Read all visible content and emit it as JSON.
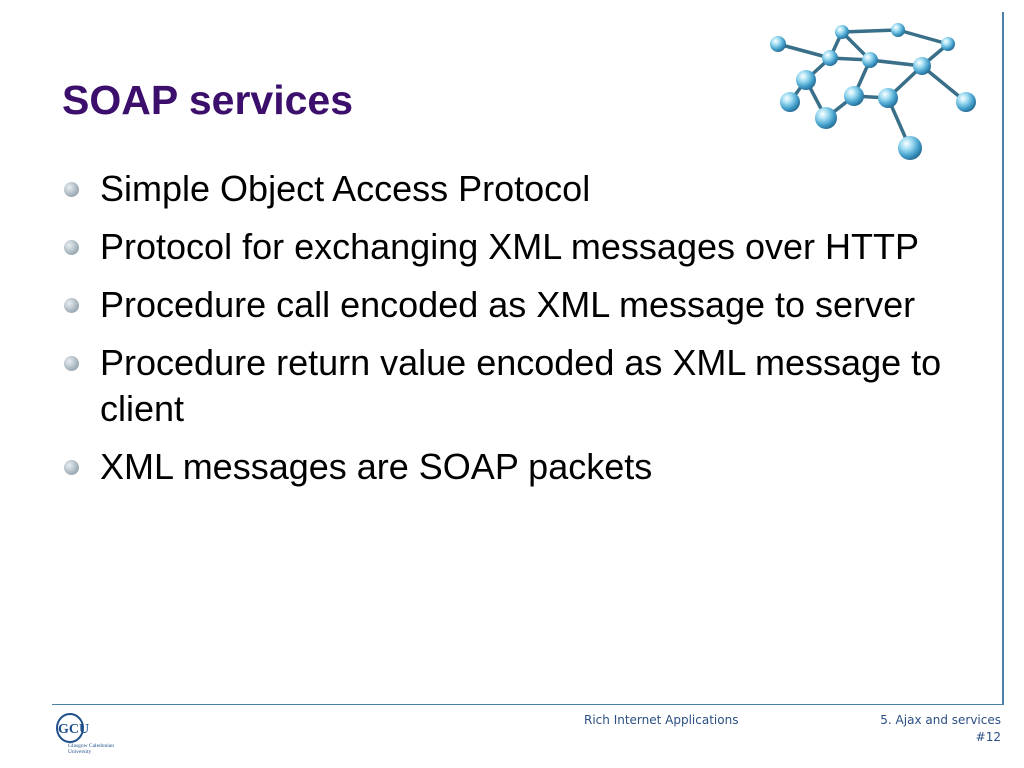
{
  "slide": {
    "title": "SOAP services",
    "bullets": [
      "Simple Object Access Protocol",
      "Protocol for exchanging XML messages over HTTP",
      "Procedure call encoded as XML message to server",
      "Procedure return value encoded as XML message to client",
      "XML messages are SOAP packets"
    ]
  },
  "footer": {
    "course": "Rich Internet Applications",
    "chapter": "5. Ajax and services",
    "slide_number": "#12"
  },
  "logo": {
    "mark": "GCU",
    "line1": "Glasgow Caledonian",
    "line2": "University"
  },
  "colors": {
    "title": "#3b0f6b",
    "rule": "#4a7fa8",
    "footer_text": "#2b4f84",
    "molecule_node": "#5fb8dc"
  },
  "icons": {
    "bullet": "bullet-dot-icon",
    "decoration": "molecule-network-icon"
  }
}
